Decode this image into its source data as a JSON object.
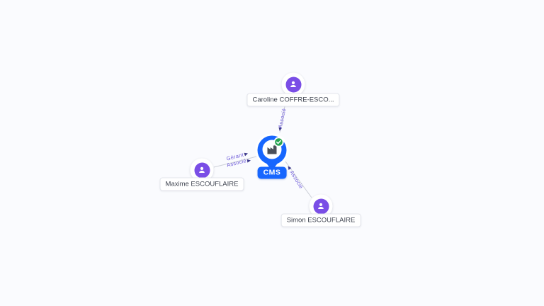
{
  "app": {
    "background_color": "#fafbfe"
  },
  "graph": {
    "company_node": {
      "label": "CMS",
      "status": "verified",
      "pin_color": "#1766fe",
      "badge_color": "#27a450"
    },
    "people": [
      {
        "label": "Caroline COFFRE-ESCO...",
        "color": "#7a4ee6"
      },
      {
        "label": "Maxime ESCOUFLAIRE",
        "color": "#7a4ee6"
      },
      {
        "label": "Simon ESCOUFLAIRE",
        "color": "#7a4ee6"
      }
    ],
    "edges": [
      {
        "from": "Caroline COFFRE-ESCO...",
        "to": "CMS",
        "labels": [
          "Associé"
        ]
      },
      {
        "from": "Maxime ESCOUFLAIRE",
        "to": "CMS",
        "labels": [
          "Gérant",
          "Associé"
        ]
      },
      {
        "from": "Simon ESCOUFLAIRE",
        "to": "CMS",
        "labels": [
          "Associé"
        ]
      }
    ],
    "colors": {
      "edge_line": "#cdd0d8",
      "edge_label": "#6f5cd9",
      "arrow": "#3d3a8c"
    }
  }
}
